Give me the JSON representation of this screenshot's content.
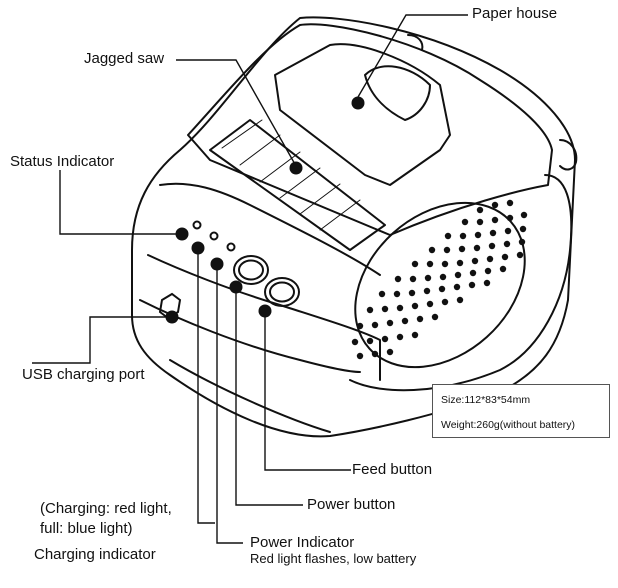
{
  "labels": {
    "paper_house": "Paper house",
    "jagged_saw": "Jagged saw",
    "status_indicator": "Status Indicator",
    "usb_port": "USB charging port",
    "feed_button": "Feed button",
    "power_button": "Power button",
    "charging_note_1": "(Charging: red light,",
    "charging_note_2": "full: blue light)",
    "charging_indicator": "Charging indicator",
    "power_indicator": "Power Indicator",
    "power_indicator_note": "Red light flashes, low battery"
  },
  "specs": {
    "size": "Size:112*83*54mm",
    "weight": "Weight:260g(without battery)"
  }
}
